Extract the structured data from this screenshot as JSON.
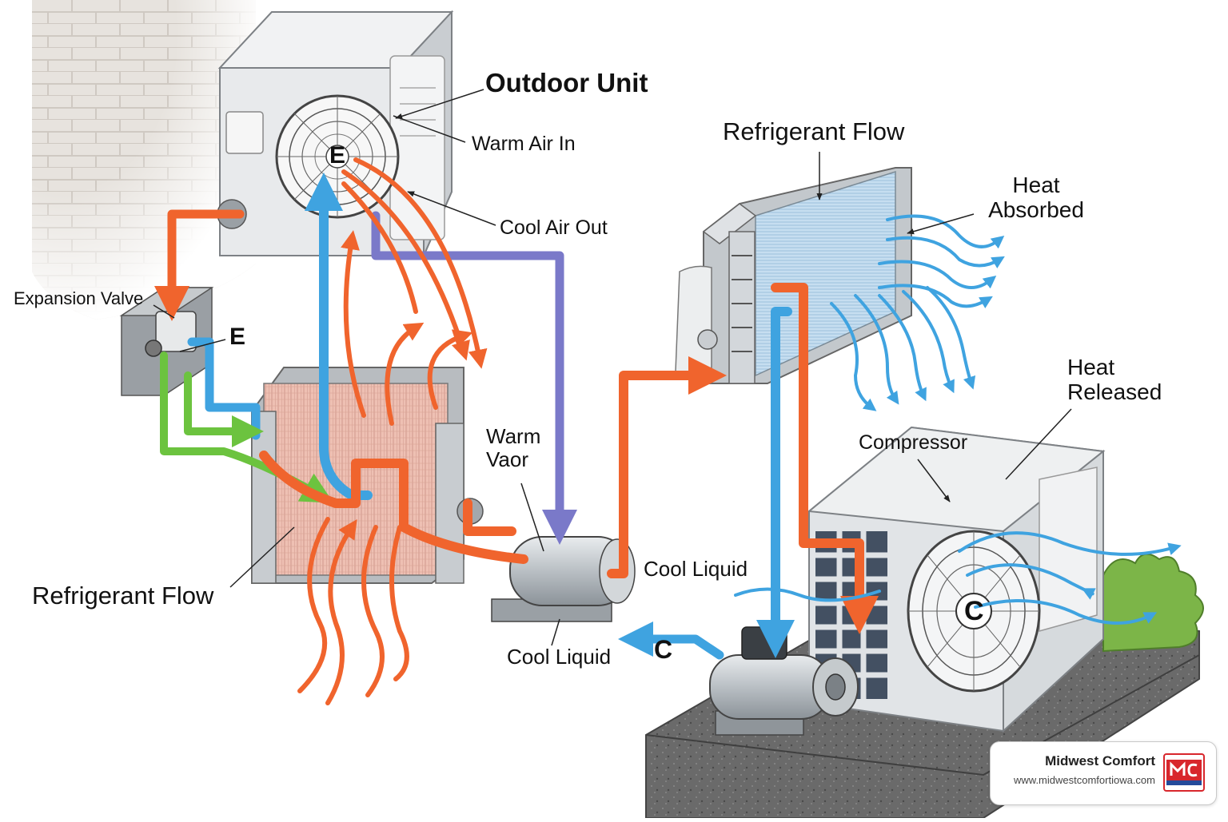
{
  "labels": {
    "outdoor_unit": "Outdoor Unit",
    "warm_air_in": "Warm Air In",
    "cool_air_out": "Cool Air Out",
    "refrigerant_flow_top": "Refrigerant Flow",
    "heat_absorbed": "Heat Absorbed",
    "expansion_valve": "Expansion Valve",
    "valve_marker": "E",
    "fan_marker_top": "E",
    "warm_vapor": "Warm Vaor",
    "heat_released": "Heat Released",
    "compressor": "Compressor",
    "cool_liquid_right": "Cool Liquid",
    "cool_liquid_bottom": "Cool Liquid",
    "refrigerant_flow_bottom": "Refrigerant Flow",
    "pump_marker": "C",
    "fan_marker_bottom": "C"
  },
  "brand": {
    "name": "Midwest Comfort",
    "url": "www.midwestcomfortiowa.com"
  },
  "colors": {
    "hot": "#f0642d",
    "cold": "#3fa3e0",
    "suction": "#7a79c9",
    "liquid_line": "#6cc33f",
    "unit_body": "#e6e8ea",
    "unit_edge": "#8c9094",
    "coil_warm": "#e9b5a8",
    "coil_cool": "#b9d6ea",
    "ground": "#5d5d5d",
    "brick": "#d8d2cc",
    "shrub": "#7cb548",
    "brand_red": "#d8262c",
    "brand_blue": "#244a9a"
  }
}
